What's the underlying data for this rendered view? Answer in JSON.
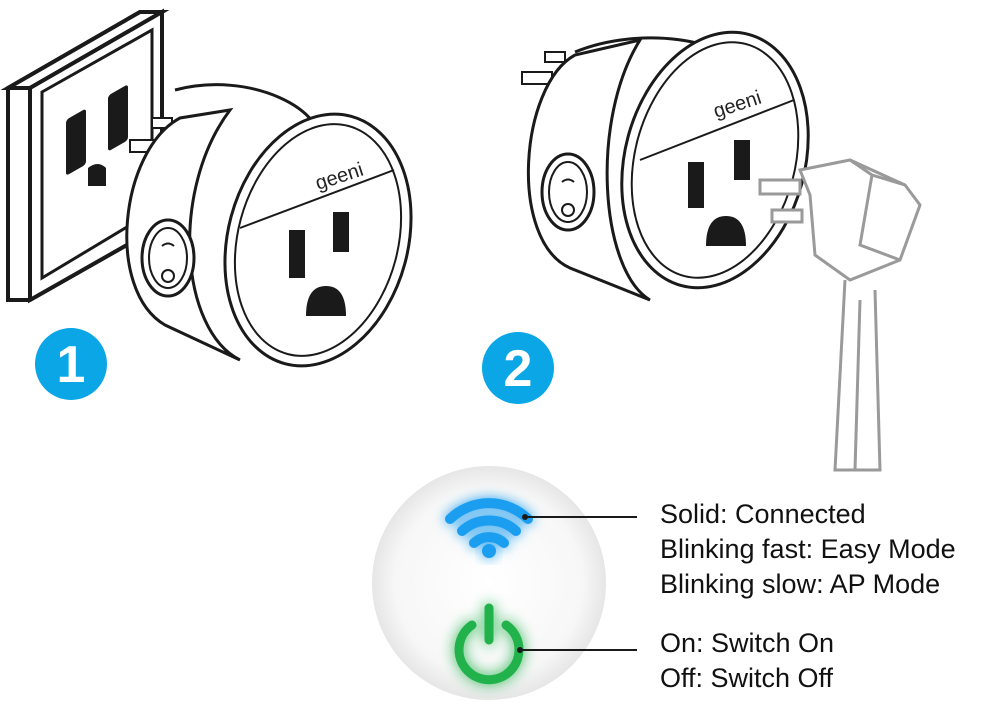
{
  "brand": "geeni",
  "steps": [
    {
      "number": "1"
    },
    {
      "number": "2"
    }
  ],
  "legend": {
    "wifi_lines": [
      "Solid: Connected",
      "Blinking fast: Easy Mode",
      "Blinking slow: AP Mode"
    ],
    "power_lines": [
      "On: Switch On",
      "Off: Switch Off"
    ]
  },
  "colors": {
    "step_badge": "#0aa6e6",
    "wifi_led": "#1f9ef0",
    "power_led": "#22b24c",
    "outline": "#1a1a1a"
  },
  "icons": [
    "wall-outlet-icon",
    "smart-plug-icon",
    "wifi-icon",
    "power-icon",
    "power-cord-plug-icon"
  ]
}
